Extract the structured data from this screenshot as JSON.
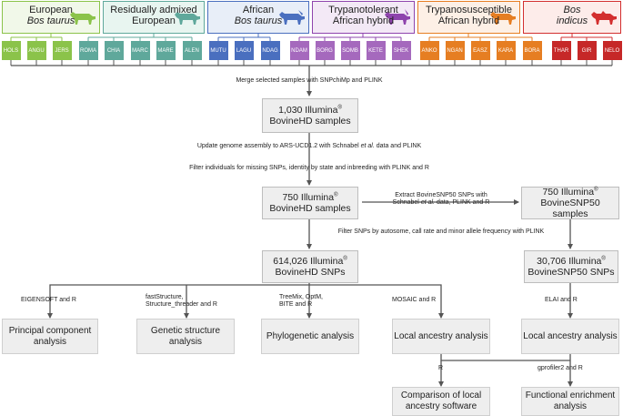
{
  "groups": [
    {
      "line1": "European",
      "line2": "Bos taurus",
      "bg": "#f1f8e9",
      "border": "#8bc34a",
      "cow": "#8bc34a"
    },
    {
      "line1": "Residually admixed",
      "line2": "European",
      "bg": "#e8f5f0",
      "border": "#5fa89b",
      "cow": "#5fa89b"
    },
    {
      "line1": "African",
      "line2": "Bos taurus",
      "bg": "#e8eef8",
      "border": "#4a6fbf",
      "cow": "#4a6fbf"
    },
    {
      "line1": "Trypanotolerant",
      "line2": "African hybrid",
      "bg": "#f3e9f6",
      "border": "#8e44ad",
      "cow": "#8e44ad"
    },
    {
      "line1": "Trypanosusceptible",
      "line2": "African hybrid",
      "bg": "#fdf0e6",
      "border": "#e67e22",
      "cow": "#e67e22"
    },
    {
      "line1": "Bos",
      "line2": "indicus",
      "bg": "#fdecea",
      "border": "#d32f2f",
      "cow": "#d32f2f"
    }
  ],
  "breeds": [
    {
      "code": "HOLS",
      "color": "#8bc34a"
    },
    {
      "code": "ANGU",
      "color": "#8bc34a"
    },
    {
      "code": "JERS",
      "color": "#8bc34a"
    },
    {
      "code": "ROMA",
      "color": "#5fa89b"
    },
    {
      "code": "CHIA",
      "color": "#5fa89b"
    },
    {
      "code": "MARC",
      "color": "#5fa89b"
    },
    {
      "code": "MARE",
      "color": "#5fa89b"
    },
    {
      "code": "ALEN",
      "color": "#5fa89b"
    },
    {
      "code": "MUTU",
      "color": "#4a6fbf"
    },
    {
      "code": "LAGU",
      "color": "#4a6fbf"
    },
    {
      "code": "NDAG",
      "color": "#4a6fbf"
    },
    {
      "code": "NDAM",
      "color": "#a569bd"
    },
    {
      "code": "BORG",
      "color": "#a569bd"
    },
    {
      "code": "SOMB",
      "color": "#a569bd"
    },
    {
      "code": "KETE",
      "color": "#a569bd"
    },
    {
      "code": "SHEK",
      "color": "#a569bd"
    },
    {
      "code": "ANKO",
      "color": "#e67e22"
    },
    {
      "code": "NGAN",
      "color": "#e67e22"
    },
    {
      "code": "EASZ",
      "color": "#e67e22"
    },
    {
      "code": "KARA",
      "color": "#e67e22"
    },
    {
      "code": "BORA",
      "color": "#e67e22"
    },
    {
      "code": "THAR",
      "color": "#c62828"
    },
    {
      "code": "GIR",
      "color": "#c62828"
    },
    {
      "code": "NELO",
      "color": "#c62828"
    }
  ],
  "steps": {
    "merge": "Merge selected samples with SNPchiMp and PLINK",
    "update_a": "Update genome assembly to ARS-UCD1.2 with Schnabel ",
    "update_i": "et al.",
    "update_b": " data and PLINK",
    "filter_ind": "Filter individuals for missing SNPs, identity by state and inbreeding with PLINK and R",
    "extract_1": "Extract BovineSNP50 SNPs with",
    "extract_2a": "Schnabel ",
    "extract_2i": "et al.",
    "extract_2b": " data, PLINK and R",
    "filter_snps": "Filter SNPs by autosome, call rate and minor allele frequency with PLINK"
  },
  "boxes": {
    "b1_l1": "1,030 Illumina",
    "b1_sup": "®",
    "b1_l2": "BovineHD samples",
    "b2_l1": "750 Illumina",
    "b2_sup": "®",
    "b2_l2": "BovineHD samples",
    "b3_l1": "750 Illumina",
    "b3_sup": "®",
    "b3_l2": "BovineSNP50 samples",
    "b4_l1": "614,026 Illumina",
    "b4_sup": "®",
    "b4_l2": "BovineHD SNPs",
    "b5_l1": "30,706 Illumina",
    "b5_sup": "®",
    "b5_l2": "BovineSNP50 SNPs"
  },
  "tools": {
    "eigensoft": "EIGENSOFT and R",
    "fs_1": "fastStructure,",
    "fs_2": "Structure_threader and R",
    "tm_1": "TreeMix, OptM,",
    "tm_2": "BITE and R",
    "mosaic": "MOSAIC and R",
    "elai": "ELAI and R",
    "r": "R",
    "gprofiler": "gprofiler2 and R"
  },
  "analyses": {
    "pca_1": "Principal component",
    "pca_2": "analysis",
    "gen_1": "Genetic structure",
    "gen_2": "analysis",
    "phylo": "Phylogenetic analysis",
    "local1": "Local ancestry analysis",
    "local2": "Local ancestry analysis",
    "comp_1": "Comparison of local",
    "comp_2": "ancestry software",
    "func_1": "Functional enrichment",
    "func_2": "analysis"
  }
}
